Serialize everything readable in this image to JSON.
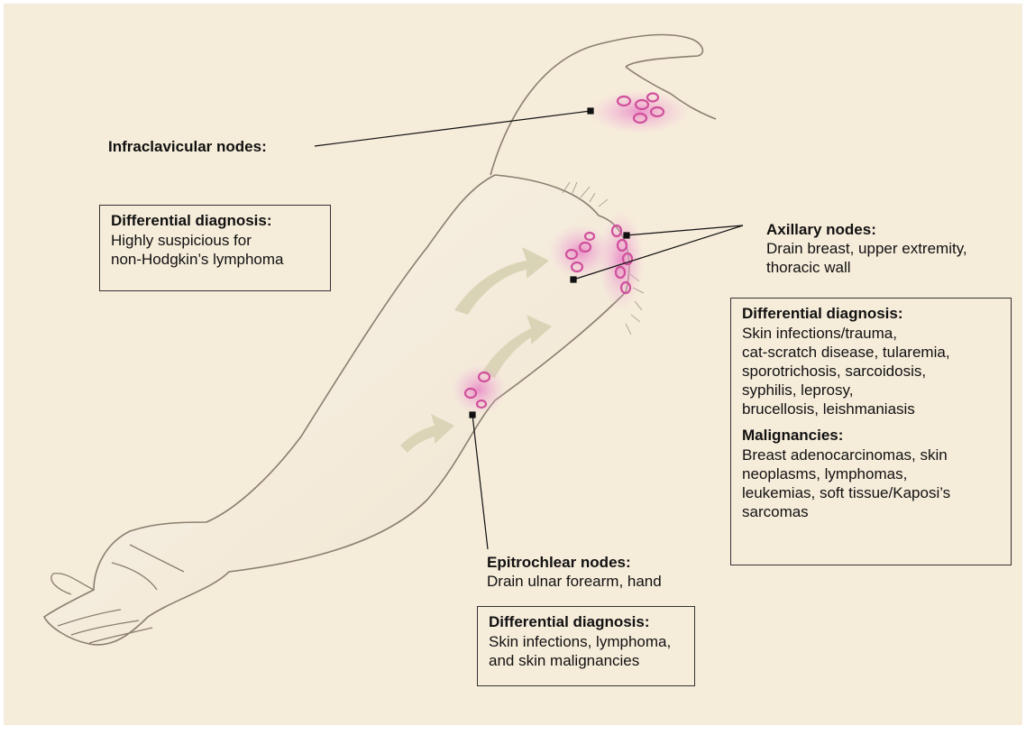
{
  "infraclavicular": {
    "heading": "Infraclavicular nodes:"
  },
  "infraclavicular_dx": {
    "heading": "Differential diagnosis:",
    "text": "Highly suspicious for\nnon-Hodgkin’s lymphoma"
  },
  "axillary": {
    "heading": "Axillary nodes:",
    "text": "Drain breast, upper extremity,\nthoracic wall"
  },
  "axillary_dx": {
    "heading": "Differential diagnosis:",
    "text": "Skin infections/trauma,\ncat-scratch disease, tularemia,\nsporotrichosis, sarcoidosis,\nsyphilis, leprosy,\nbrucellosis, leishmaniasis",
    "malignancies_heading": "Malignancies:",
    "malignancies_text": "Breast adenocarcinomas, skin\nneoplasms, lymphomas,\nleukemias, soft tissue/Kaposi’s\nsarcomas"
  },
  "epitrochlear": {
    "heading": "Epitrochlear nodes:",
    "text": "Drain ulnar forearm, hand"
  },
  "epitrochlear_dx": {
    "heading": "Differential diagnosis:",
    "text": "Skin infections, lymphoma,\nand skin malignancies"
  },
  "colors": {
    "background": "#f6ecda",
    "node_pink": "#e07ab8",
    "arrow": "#d9d4b4",
    "skin_outline": "#8a7f70"
  }
}
